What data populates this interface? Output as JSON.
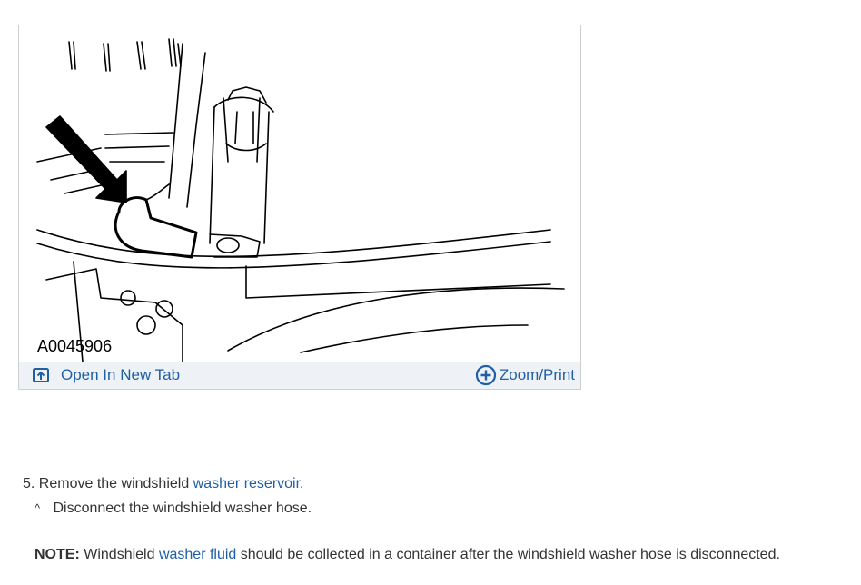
{
  "figure": {
    "id_label": "A0045906",
    "open_tab_label": "Open In New Tab",
    "zoom_label": "Zoom/Print"
  },
  "instructions": {
    "step_number": "5.",
    "step_text_prefix": "Remove the windshield",
    "step_link": "washer reservoir",
    "step_text_suffix": ".",
    "sub_marker": "^",
    "sub_text": "Disconnect the windshield washer hose.",
    "note_label": "NOTE:",
    "note_text_prefix": "Windshield",
    "note_link": "washer fluid",
    "note_text_suffix": "should be collected in a container after the windshield washer hose is disconnected."
  },
  "colors": {
    "link": "#1f5fa6",
    "bar": "#eef1f5",
    "text": "#333333"
  },
  "icons": {
    "open_tab": "open-in-new-tab-icon",
    "zoom": "zoom-plus-icon"
  }
}
